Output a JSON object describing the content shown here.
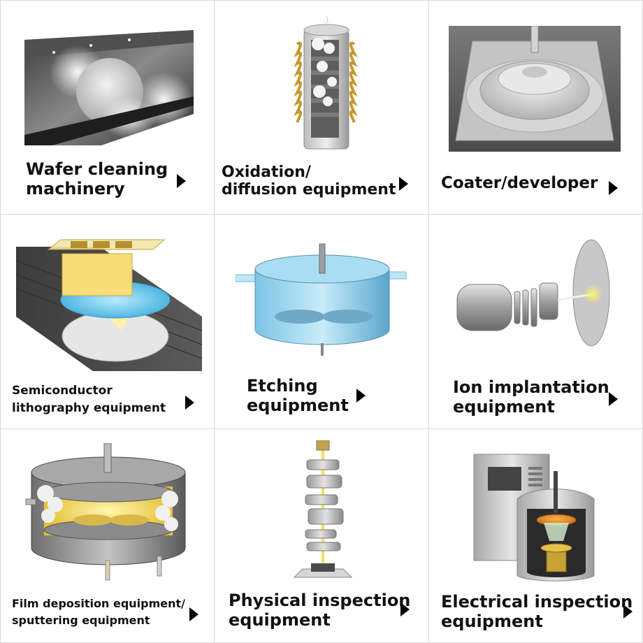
{
  "tiles": [
    {
      "line1": "Wafer cleaning",
      "line2": "machinery"
    },
    {
      "line1": "Oxidation/",
      "line2": "diffusion equipment"
    },
    {
      "line1": "Coater/developer",
      "line2": ""
    },
    {
      "line1": "Semiconductor",
      "line2": "lithography equipment"
    },
    {
      "line1": "Etching",
      "line2": "equipment"
    },
    {
      "line1": "Ion implantation",
      "line2": "equipment"
    },
    {
      "line1": "Film deposition equipment/",
      "line2": "sputtering equipment"
    },
    {
      "line1": "Physical inspection",
      "line2": "equipment"
    },
    {
      "line1": "Electrical inspection",
      "line2": "equipment"
    }
  ],
  "icons": {
    "arrow": "triangle-right-icon"
  },
  "colors": {
    "text": "#111111",
    "arrow": "#000000",
    "border": "#d8d8d8"
  }
}
